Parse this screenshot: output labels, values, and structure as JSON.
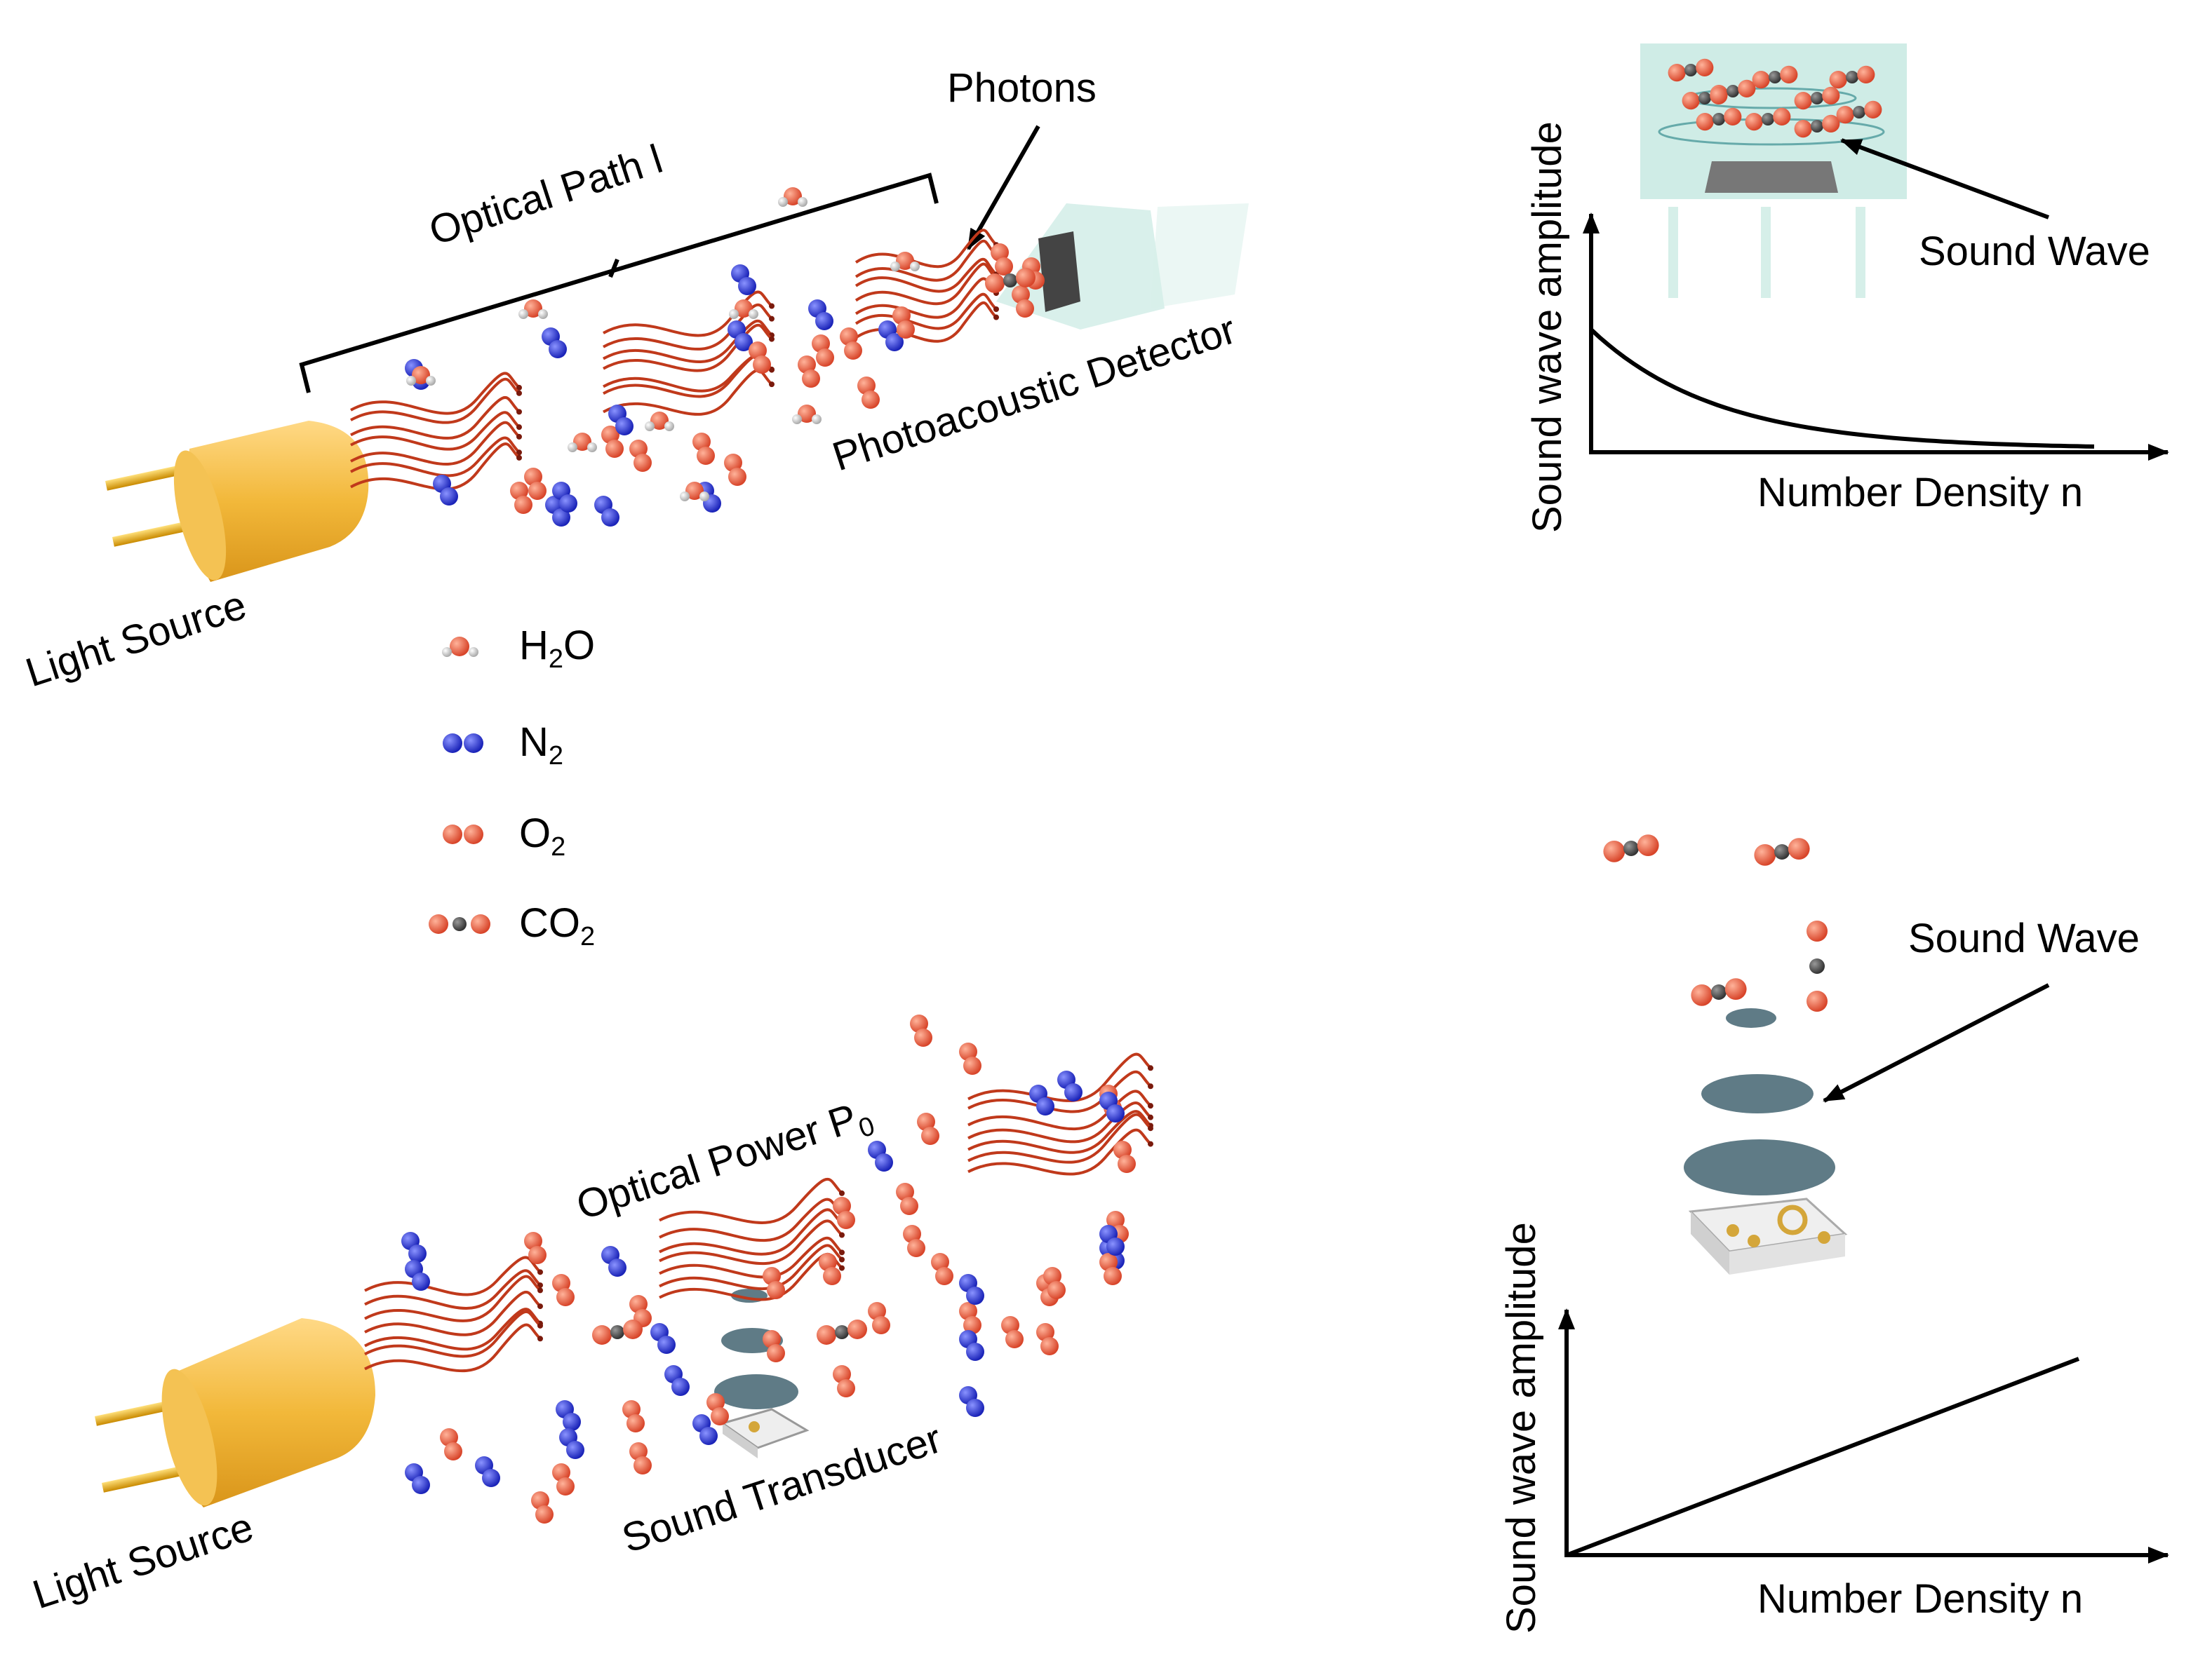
{
  "top_scene": {
    "optical_path_label": "Optical Path l",
    "photons_label": "Photons",
    "detector_label": "Photoacoustic Detector",
    "light_source_label": "Light Source"
  },
  "bottom_scene": {
    "optical_power_label": "Optical Power P",
    "optical_power_sub": "0",
    "transducer_label": "Sound Transducer",
    "light_source_label": "Light Source"
  },
  "legend": [
    {
      "id": "h2o",
      "main": "H",
      "sub": "2",
      "tail": "O"
    },
    {
      "id": "n2",
      "main": "N",
      "sub": "2",
      "tail": ""
    },
    {
      "id": "o2",
      "main": "O",
      "sub": "2",
      "tail": ""
    },
    {
      "id": "co2",
      "main": "CO",
      "sub": "2",
      "tail": ""
    }
  ],
  "top_right": {
    "sound_wave_label": "Sound Wave",
    "ylabel": "Sound wave amplitude",
    "xlabel": "Number Density n"
  },
  "bottom_right": {
    "sound_wave_label": "Sound Wave",
    "ylabel": "Sound wave amplitude",
    "xlabel": "Number Density n"
  },
  "colors": {
    "oxygen": "#e8603c",
    "nitrogen": "#2a35d8",
    "carbon": "#555555",
    "hydrogen": "#dddddd",
    "photon": "#c0391b",
    "source_gold": "#f2b83a",
    "wave_disc": "#5f7b86",
    "cell_glass": "#bfe6de"
  }
}
